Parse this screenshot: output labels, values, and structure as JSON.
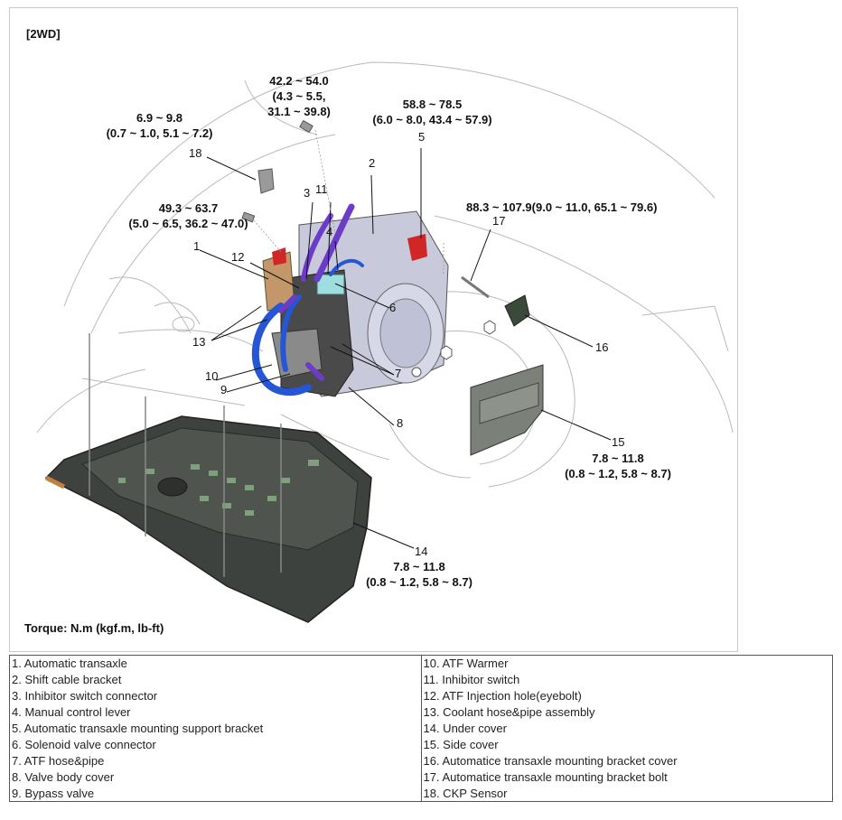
{
  "figure": {
    "variant": "[2WD]",
    "torque_note": "Torque: N.m (kgf.m, lb-ft)",
    "torque_specs": {
      "t18": [
        "6.9 ~ 9.8",
        "(0.7 ~ 1.0, 5.1 ~ 7.2)"
      ],
      "t_bolt_top": [
        "42.2 ~ 54.0",
        "(4.3 ~ 5.5,",
        "31.1 ~ 39.8)"
      ],
      "t5": [
        "58.8 ~ 78.5",
        "(6.0 ~ 8.0, 43.4 ~ 57.9)"
      ],
      "t_eyebolt": [
        "49.3 ~ 63.7",
        "(5.0 ~ 6.5, 36.2 ~ 47.0)"
      ],
      "t17": [
        "88.3 ~ 107.9(9.0 ~ 11.0, 65.1 ~ 79.6)"
      ],
      "t15": [
        "7.8 ~ 11.8",
        "(0.8 ~ 1.2, 5.8 ~ 8.7)"
      ],
      "t14": [
        "7.8 ~ 11.8",
        "(0.8 ~ 1.2, 5.8 ~ 8.7)"
      ]
    },
    "callouts": {
      "c1": "1",
      "c2": "2",
      "c3": "3",
      "c4": "4",
      "c5": "5",
      "c6": "6",
      "c7a": "7",
      "c7b": "7",
      "c8": "8",
      "c9": "9",
      "c10": "10",
      "c11": "11",
      "c12": "12",
      "c13": "13",
      "c14": "14",
      "c15": "15",
      "c16": "16",
      "c17": "17",
      "c18": "18"
    }
  },
  "legend": {
    "left": [
      "1. Automatic transaxle",
      "2. Shift cable bracket",
      "3. Inhibitor switch connector",
      "4. Manual control lever",
      "5. Automatic transaxle mounting support bracket",
      "6. Solenoid valve connector",
      "7. ATF hose&pipe",
      "8. Valve body cover",
      "9. Bypass valve"
    ],
    "right": [
      "10. ATF Warmer",
      "11. Inhibitor switch",
      "12. ATF Injection hole(eyebolt)",
      "13. Coolant hose&pipe assembly",
      "14. Under cover",
      "15. Side cover",
      "16. Automatice transaxle mounting bracket cover",
      "17. Automatice transaxle mounting bracket bolt",
      "18. CKP Sensor"
    ]
  }
}
